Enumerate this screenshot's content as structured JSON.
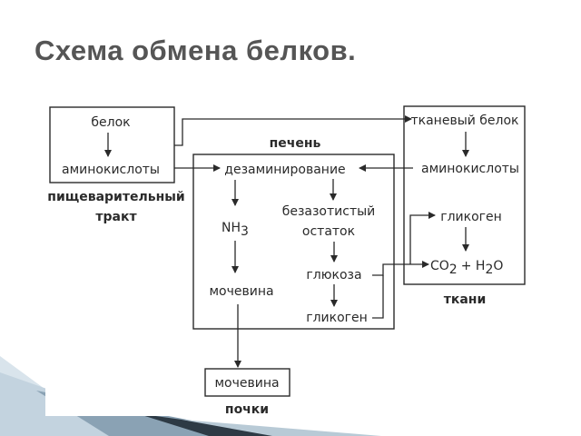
{
  "title": "Схема обмена белков.",
  "digestive": {
    "top": "белок",
    "bottom": "аминокислоты",
    "caption_line1": "пищеварительный",
    "caption_line2": "тракт"
  },
  "liver": {
    "caption": "печень",
    "deamination": "дезаминирование",
    "nh3_base": "NH",
    "nh3_sub": "3",
    "urea": "мочевина",
    "residue_line1": "безазотистый",
    "residue_line2": "остаток",
    "glucose": "глюкоза",
    "glycogen": "гликоген"
  },
  "tissue": {
    "protein": "тканевый белок",
    "aminoacids": "аминокислоты",
    "glycogen": "гликоген",
    "co2_base": "CO",
    "co2_sub": "2",
    "plus": "+ H",
    "h2o_sub": "2",
    "h2o_o": "O",
    "caption": "ткани"
  },
  "kidney": {
    "urea": "мочевина",
    "caption": "почки"
  }
}
